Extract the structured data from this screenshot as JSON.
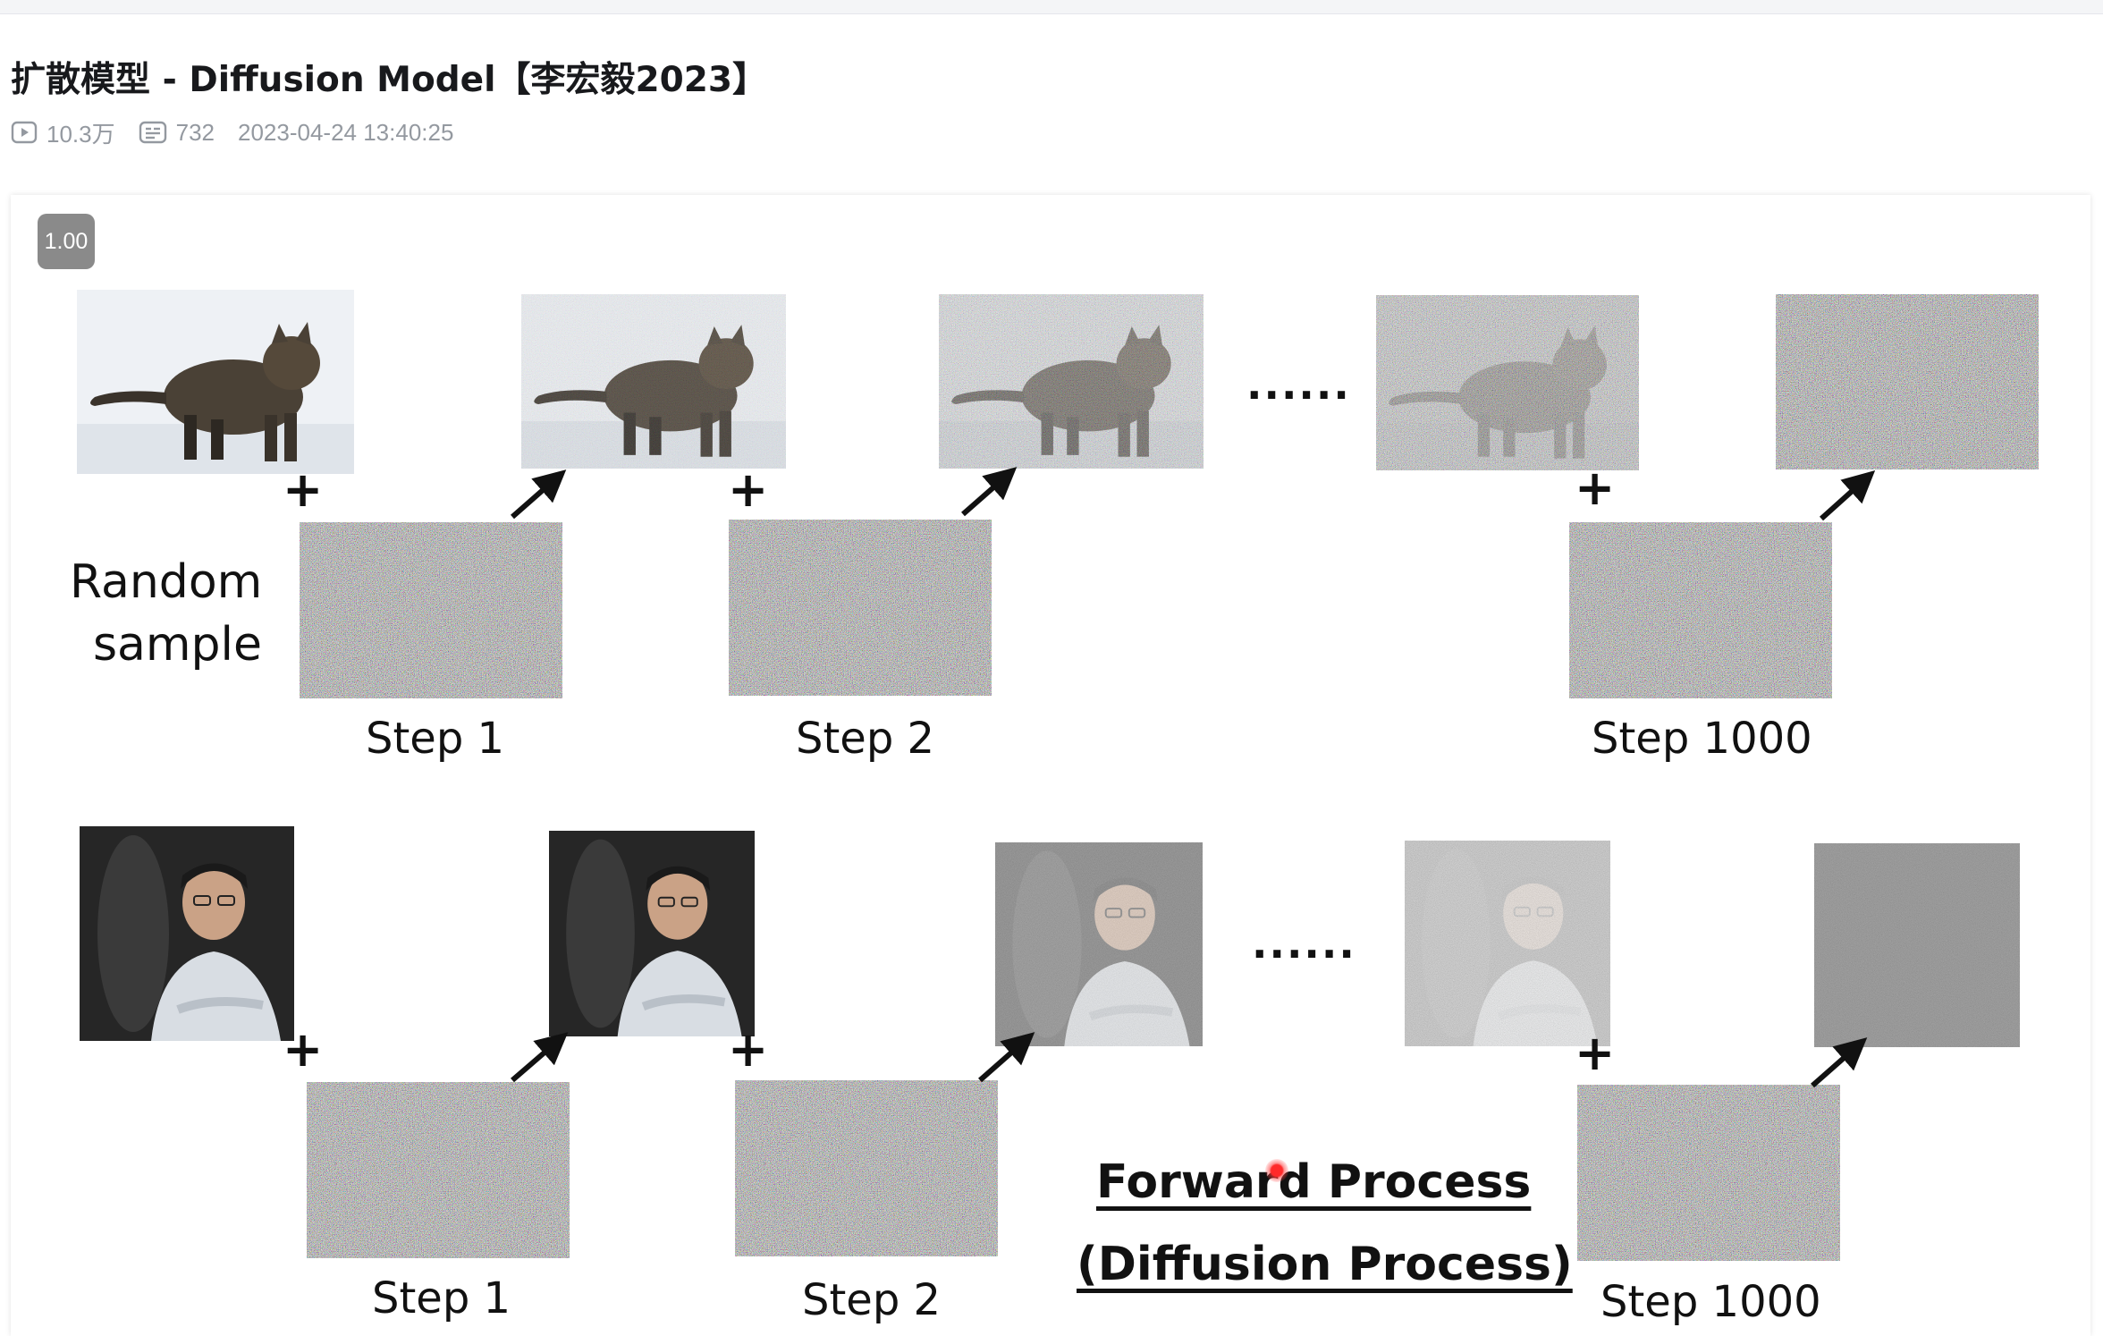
{
  "video": {
    "title": "扩散模型 - Diffusion Model【李宏毅2023】",
    "views": "10.3万",
    "danmaku": "732",
    "published": "2023-04-24 13:40:25"
  },
  "player": {
    "speed_badge": "1.00"
  },
  "slide": {
    "random_sample_line1": "Random",
    "random_sample_line2": "sample",
    "row1_steps": [
      "Step 1",
      "Step 2",
      "Step 1000"
    ],
    "row2_steps": [
      "Step 1",
      "Step 2",
      "Step 1000"
    ],
    "ellipsis": "......",
    "plus": "+",
    "forward_process": "Forward Process",
    "diffusion_process": "(Diffusion Process)"
  },
  "icons": {
    "views": "play-count-icon",
    "danmaku": "danmaku-icon"
  }
}
